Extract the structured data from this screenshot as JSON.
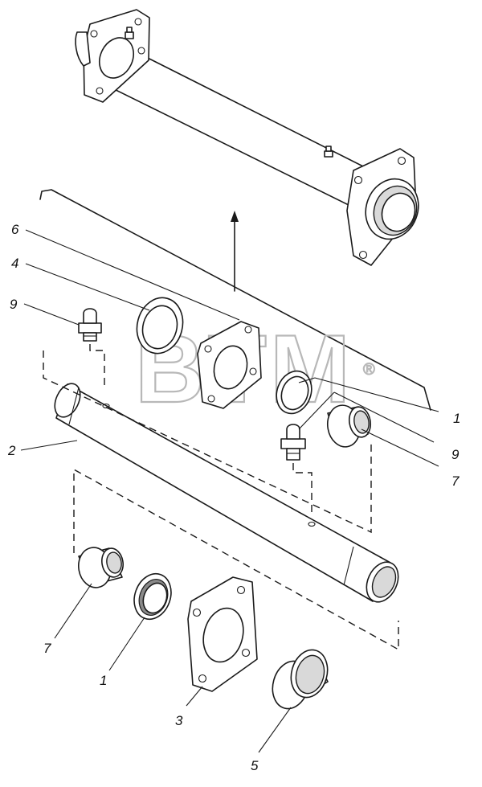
{
  "watermark": {
    "text": "BTM",
    "mark": "®"
  },
  "callouts": {
    "c6": "6",
    "c4": "4",
    "c9a": "9",
    "c2": "2",
    "c1r": "1",
    "c9r": "9",
    "c7r": "7",
    "c7l": "7",
    "c1l": "1",
    "c3": "3",
    "c5": "5"
  }
}
